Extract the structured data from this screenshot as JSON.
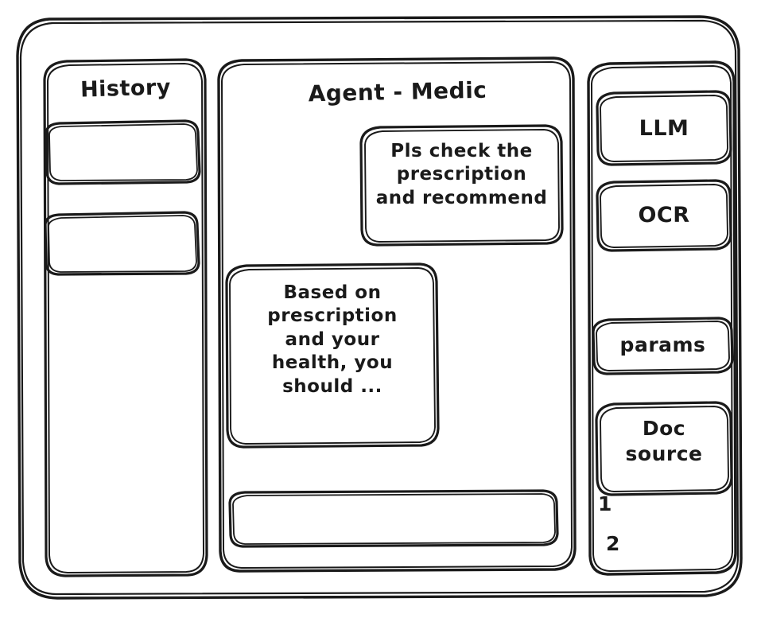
{
  "window": {
    "style": "hand-drawn-wireframe",
    "stroke_color": "#1a1a1a",
    "background_color": "#ffffff"
  },
  "sidebar_left": {
    "title": "History",
    "items": [
      {
        "label": ""
      },
      {
        "label": ""
      }
    ]
  },
  "main": {
    "title": "Agent - Medic",
    "messages": [
      {
        "role": "user",
        "text": "Pls check the\nprescription\nand recommend"
      },
      {
        "role": "agent",
        "text": "Based on\nprescription\nand your\nhealth, you\nshould ..."
      }
    ],
    "composer": {
      "value": "",
      "placeholder": ""
    }
  },
  "sidebar_right": {
    "chips": [
      {
        "label": "LLM"
      },
      {
        "label": "OCR"
      },
      {
        "label": "params"
      },
      {
        "label": "Doc\nsource"
      }
    ],
    "doc_list": [
      {
        "label": "1"
      },
      {
        "label": "2"
      }
    ]
  }
}
